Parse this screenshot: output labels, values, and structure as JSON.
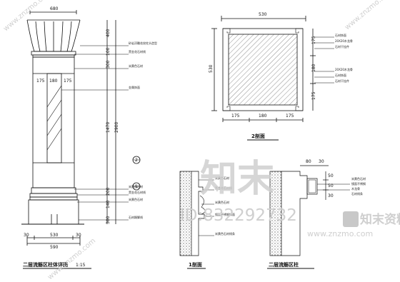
{
  "drawing": {
    "elevation_dims": {
      "top_width": "680",
      "cap_h": "400",
      "band_h": "100",
      "neck_h": "300",
      "inner_left": "175",
      "inner_mid": "180",
      "inner_right": "175",
      "shaft_h": "1470",
      "total_h": "2900",
      "base1": "200",
      "base2": "140",
      "base3": "300",
      "side_left": "30",
      "side_right": "30",
      "base_w": "530",
      "base_total": "590",
      "marker_top": "2",
      "marker_bottom": "1"
    },
    "elevation_notes": [
      "砂岩浮雕花纹柱头造型",
      "黑金花石材线",
      "米黄色石材",
      "金属饰面",
      "米黄色石材",
      "黑金花石材线",
      "米黄色石材",
      "石材踢脚线"
    ],
    "elevation_title": "二层流觞区柱体详图",
    "elevation_scale": "1:15",
    "section2": {
      "top_dim": "530",
      "side_dim": "530",
      "right_dims": [
        "175",
        "180",
        "175"
      ],
      "bottom_dims": [
        "175",
        "180",
        "175"
      ],
      "title": "2剖面",
      "notes": [
        "石材饰面",
        "20X20木龙骨",
        "石材干挂件",
        "20X20木龙骨",
        "石材饰面",
        "石材干挂件"
      ]
    },
    "section1": {
      "title": "1剖面",
      "dims": [
        "80",
        "30",
        "50",
        "50",
        "30"
      ],
      "notes": [
        "米黄色石材",
        "黑金花石材线",
        "米黄色石材",
        "镜面不锈钢饰面",
        "米黄色石材线条"
      ]
    },
    "section3": {
      "title": "二层流觞区柱",
      "notes": [
        "米黄色石材",
        "镜面不锈钢",
        "木龙骨",
        "石材线条"
      ]
    }
  },
  "watermark": {
    "brand": "知末",
    "id_text": "ID:832292732",
    "site_cn": "知末资料库",
    "site_url": "www.znzmo.com",
    "corner": "www.znzmo.com"
  }
}
